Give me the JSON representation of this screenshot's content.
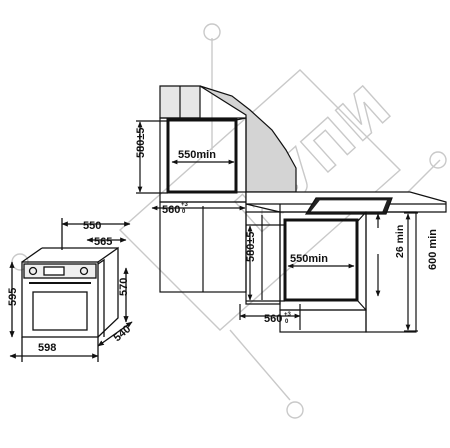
{
  "watermark": {
    "text": "КУПИ"
  },
  "oven_dimensions": {
    "width": "598",
    "height": "595",
    "inner_height": "570",
    "depth_total": "565",
    "depth_body": "550",
    "depth_bottom": "540"
  },
  "tall_cabinet": {
    "niche_height": "580±5",
    "niche_depth": "550min",
    "niche_width": "560",
    "niche_width_tolerance": "+3\n0"
  },
  "under_counter": {
    "niche_height": "580±5",
    "niche_depth": "550min",
    "niche_width": "560",
    "niche_width_tolerance": "+3\n0",
    "gap": "26 min",
    "counter_height": "600 min"
  },
  "colors": {
    "line": "#111111",
    "shade": "#d4d4d4",
    "watermark": "#c9c9c9"
  }
}
